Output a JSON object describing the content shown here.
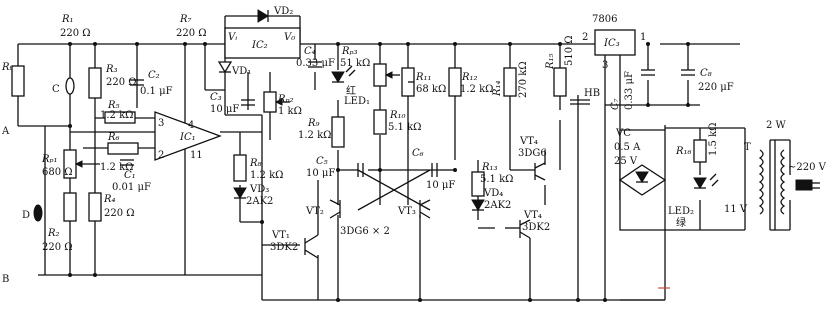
{
  "nodes": {
    "A": "A",
    "B": "B",
    "C": "C",
    "D": "D"
  },
  "components": {
    "R1": {
      "ref": "R₁",
      "value": "220 Ω"
    },
    "Rt": {
      "ref": "Rₜ"
    },
    "R3": {
      "ref": "R₃",
      "value": "220 Ω"
    },
    "C2": {
      "ref": "C₂",
      "value": "0.1 μF"
    },
    "R5": {
      "ref": "R₅",
      "value": "1.2 kΩ"
    },
    "R6": {
      "ref": "R₆",
      "value": "1.2 kΩ"
    },
    "C1": {
      "ref": "C₁",
      "value": "0.01 μF"
    },
    "RP1": {
      "ref": "Rₚ₁",
      "value": "680 Ω"
    },
    "R2": {
      "ref": "R₂",
      "value": "220 Ω"
    },
    "R4": {
      "ref": "R₄",
      "value": "220 Ω"
    },
    "IC1": {
      "ref": "IC₁"
    },
    "R7": {
      "ref": "R₇",
      "value": "220 Ω"
    },
    "VD1": {
      "ref": "VD₁"
    },
    "IC2": {
      "ref": "IC₂",
      "vin": "Vᵢ",
      "vout": "V₀"
    },
    "VD2": {
      "ref": "VD₂"
    },
    "C3": {
      "ref": "C₃",
      "value": "10 μF"
    },
    "RP2": {
      "ref": "Rₚ₂",
      "value": "1 kΩ"
    },
    "R8": {
      "ref": "R₈",
      "value": "1.2 kΩ"
    },
    "VD3": {
      "ref": "VD₃",
      "value": "2AK2"
    },
    "VT1": {
      "ref": "VT₁",
      "value": "3DK2"
    },
    "C4": {
      "ref": "C₄",
      "value": "0.33 μF"
    },
    "RP3": {
      "ref": "Rₚ₃",
      "value": "51 kΩ"
    },
    "LED1": {
      "ref": "LED₁",
      "note": "红"
    },
    "R9": {
      "ref": "R₉",
      "value": "1.2 kΩ"
    },
    "R10": {
      "ref": "R₁₀",
      "value": "5.1 kΩ"
    },
    "R11": {
      "ref": "R₁₁",
      "value": "68 kΩ"
    },
    "R12": {
      "ref": "R₁₂",
      "value": "1.2 kΩ"
    },
    "C5": {
      "ref": "C₅",
      "value": "10 μF"
    },
    "C6": {
      "ref": "C₆",
      "value": "10 μF"
    },
    "VT2": {
      "ref": "VT₂"
    },
    "VT3": {
      "ref": "VT₃"
    },
    "pair": {
      "value": "3DG6 × 2"
    },
    "R13": {
      "ref": "R₁₃",
      "value": "5.1 kΩ"
    },
    "VD4": {
      "ref": "VD₄",
      "value": "2AK2"
    },
    "R14": {
      "ref": "R₁₄",
      "value": "270 kΩ"
    },
    "R15": {
      "ref": "R₁₅",
      "value": "510 Ω"
    },
    "HB": {
      "ref": "HB"
    },
    "VT4": {
      "ref": "VT₄",
      "value": "3DG6"
    },
    "VT5": {
      "ref": "VT₄",
      "value": "3DK2"
    },
    "IC3": {
      "ref": "IC₃",
      "part": "7806",
      "p1": "1",
      "p2": "2",
      "p3": "3"
    },
    "C7": {
      "ref": "C₇",
      "value": "0.33 μF"
    },
    "C8": {
      "ref": "C₈",
      "value": "220 μF"
    },
    "VC": {
      "ref": "VC",
      "rating1": "0.5 A",
      "rating2": "25 V"
    },
    "R16": {
      "ref": "R₁₆",
      "value": "1.5 kΩ"
    },
    "LED2": {
      "ref": "LED₂",
      "note": "绿"
    },
    "T": {
      "ref": "T",
      "power": "2 W",
      "secondary": "11 V",
      "mains": "~220 V"
    }
  },
  "pins": {
    "p4": "4",
    "p2": "2",
    "p3": "3",
    "p11": "11",
    "p1": "1"
  }
}
